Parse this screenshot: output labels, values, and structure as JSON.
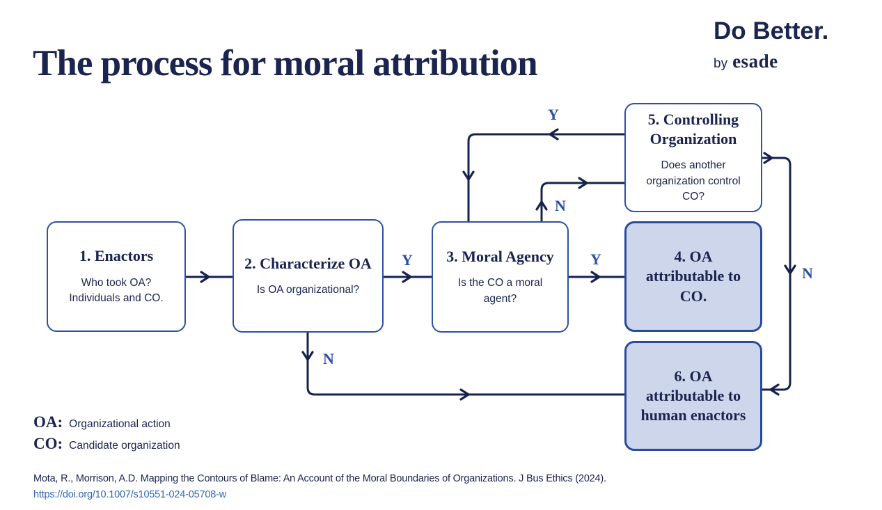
{
  "page": {
    "title": "The process for moral attribution"
  },
  "logo": {
    "primary": "Do Better.",
    "by": "by",
    "brand": "esade"
  },
  "flowchart": {
    "nodes": [
      {
        "id": "1",
        "title": "1. Enactors",
        "body": "Who took OA? Individuals and CO.",
        "variant": "outline"
      },
      {
        "id": "2",
        "title": "2. Characterize OA",
        "body": "Is OA organizational?",
        "variant": "outline"
      },
      {
        "id": "3",
        "title": "3. Moral Agency",
        "body": "Is the CO a moral agent?",
        "variant": "outline"
      },
      {
        "id": "4",
        "title": "4. OA attributable to CO.",
        "body": "",
        "variant": "filled"
      },
      {
        "id": "5",
        "title": "5. Controlling Organization",
        "body": "Does another organization control CO?",
        "variant": "outline"
      },
      {
        "id": "6",
        "title": "6. OA attributable to human enactors",
        "body": "",
        "variant": "filled"
      }
    ],
    "edges": [
      {
        "from": "1",
        "to": "2",
        "label": ""
      },
      {
        "from": "2",
        "to": "3",
        "label": "Y"
      },
      {
        "from": "3",
        "to": "4",
        "label": "Y"
      },
      {
        "from": "5",
        "to": "3",
        "label": "Y"
      },
      {
        "from": "3",
        "to": "5",
        "label": "N"
      },
      {
        "from": "5",
        "to": "6",
        "label": "N"
      },
      {
        "from": "2",
        "to": "6",
        "label": "N"
      }
    ],
    "edge_labels": {
      "yes_2_3": "Y",
      "yes_3_4": "Y",
      "yes_5_3": "Y",
      "no_3_5": "N",
      "no_5_6": "N",
      "no_2_6": "N"
    }
  },
  "legend": {
    "rows": [
      {
        "term": "OA:",
        "definition": "Organizational action"
      },
      {
        "term": "CO:",
        "definition": "Candidate organization"
      }
    ]
  },
  "citation": {
    "text": "Mota, R., Morrison, A.D. Mapping the Contours of Blame: An Account of the Moral Boundaries of Organizations. J Bus Ethics (2024).",
    "link": "https://doi.org/10.1007/s10551-024-05708-w"
  },
  "colors": {
    "navy": "#1a244f",
    "line": "#16224d",
    "accent_blue": "#2d51a3",
    "box_fill": "#ced6eb",
    "link": "#3166b4"
  }
}
